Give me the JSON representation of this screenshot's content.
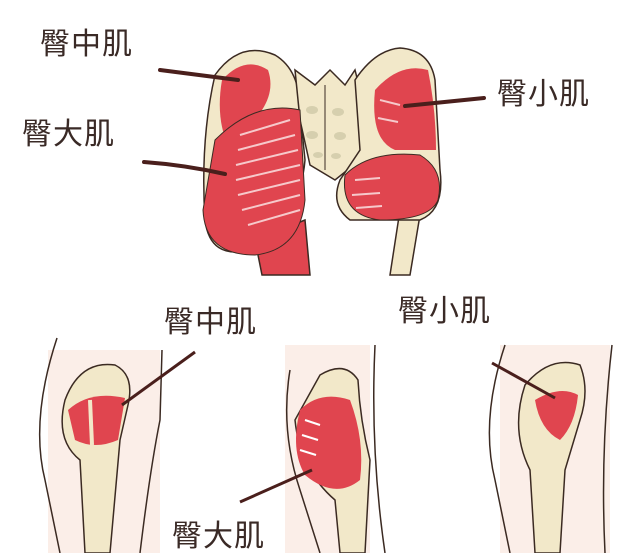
{
  "colors": {
    "muscle": "#e0454f",
    "muscle_light": "#f2a0a4",
    "bone": "#f2e8c9",
    "bone_shadow": "#d6cfae",
    "skin": "#fbeee8",
    "outline": "#3b2a22",
    "leader": "#4a1f1c",
    "text": "#3a2a26"
  },
  "top_view": {
    "labels": [
      {
        "id": "gluteus-medius",
        "text": "臀中肌"
      },
      {
        "id": "gluteus-maximus",
        "text": "臀大肌"
      },
      {
        "id": "gluteus-minimus",
        "text": "臀小肌"
      }
    ]
  },
  "bottom_views": [
    {
      "id": "side-medius",
      "label": "臀中肌"
    },
    {
      "id": "side-maximus",
      "label": "臀大肌"
    },
    {
      "id": "side-minimus",
      "label": "臀小肌"
    }
  ]
}
